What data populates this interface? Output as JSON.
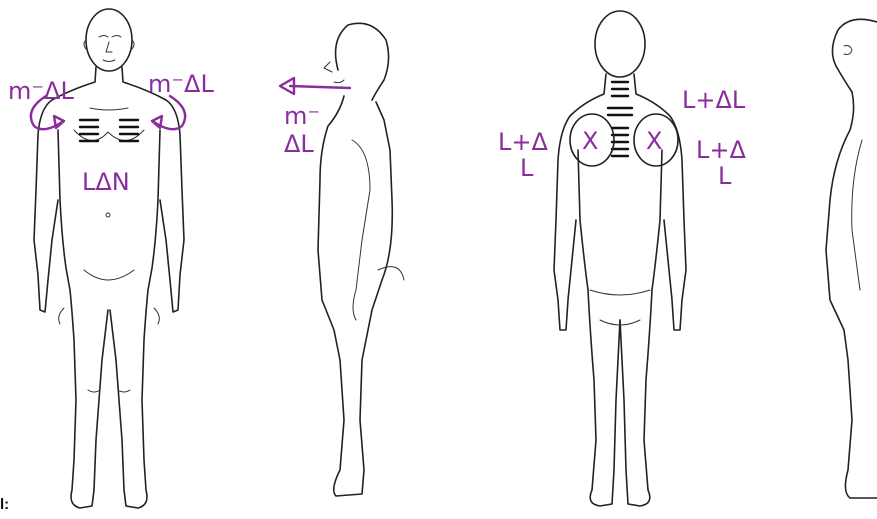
{
  "annotations": {
    "front_left": "m⁻ΔL",
    "front_right": "m⁻ΔL",
    "front_torso": "LΔN",
    "side_m": "m⁻",
    "side_dl": "ΔL",
    "back_upper_right": "L+ΔL",
    "back_left_top": "L+Δ",
    "back_left_bottom": "L",
    "back_right_top": "L+Δ",
    "back_right_bottom": "L",
    "back_x_left": "X",
    "back_x_right": "X"
  },
  "corner_label": "l:",
  "colors": {
    "annotation": "#8a2d9c",
    "line": "#222222"
  }
}
